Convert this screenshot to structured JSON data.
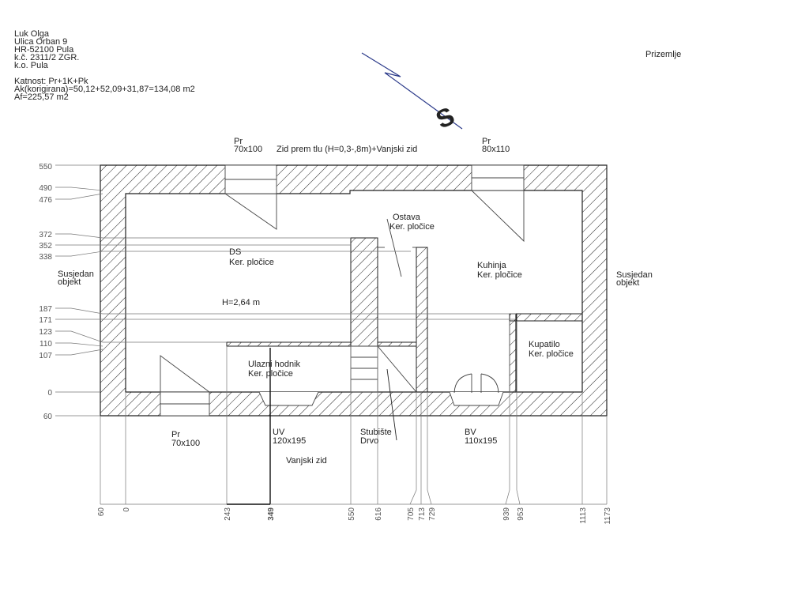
{
  "header": {
    "owner_lines": [
      "Luk Olga",
      "Ulica Orban 9",
      "HR-52100 Pula",
      "k.č. 2311/2 ZGR.",
      "k.o. Pula"
    ],
    "stats_lines": [
      "Katnost: Pr+1K+Pk",
      "Ak(korigirana)=50,12+52,09+31,87=134,08 m2",
      "Af=225,57 m2"
    ],
    "floor_name": "Prizemlje"
  },
  "windows": {
    "top_left": {
      "type": "Pr",
      "size": "70x100"
    },
    "top_right": {
      "type": "Pr",
      "size": "80x110"
    },
    "bottom_left": {
      "type": "Pr",
      "size": "70x100"
    }
  },
  "walls": {
    "top_note": "Zid prem tlu (H=0,3-,8m)+Vanjski zid",
    "bottom_note": "Vanjski zid"
  },
  "doors": {
    "entrance": {
      "type": "UV",
      "size": "120x195"
    },
    "balcony": {
      "type": "BV",
      "size": "110x195"
    }
  },
  "rooms": {
    "living": {
      "name": "DS",
      "floor": "Ker. pločice"
    },
    "storage": {
      "name": "Ostava",
      "floor": "Ker. pločice"
    },
    "kitchen": {
      "name": "Kuhinja",
      "floor": "Ker. pločice"
    },
    "bathroom": {
      "name": "Kupatilo",
      "floor": "Ker. pločice"
    },
    "hallway": {
      "name": "Ulazni hodnik",
      "floor": "Ker. pločice"
    },
    "stairs": {
      "name": "Stubište",
      "floor": "Drvo"
    }
  },
  "height_label": "H=2,64 m",
  "neighbours": {
    "left": [
      "Susjedan",
      "objekt"
    ],
    "right": [
      "Susjedan",
      "objekt"
    ]
  },
  "dims_vertical": [
    "550",
    "490",
    "476",
    "372",
    "352",
    "338",
    "187",
    "171",
    "123",
    "110",
    "107",
    "0",
    "60"
  ],
  "dims_horizontal": [
    "60",
    "0",
    "243",
    "349",
    "550",
    "616",
    "705",
    "713",
    "729",
    "939",
    "953",
    "1113",
    "1173"
  ],
  "north_symbol": "S"
}
